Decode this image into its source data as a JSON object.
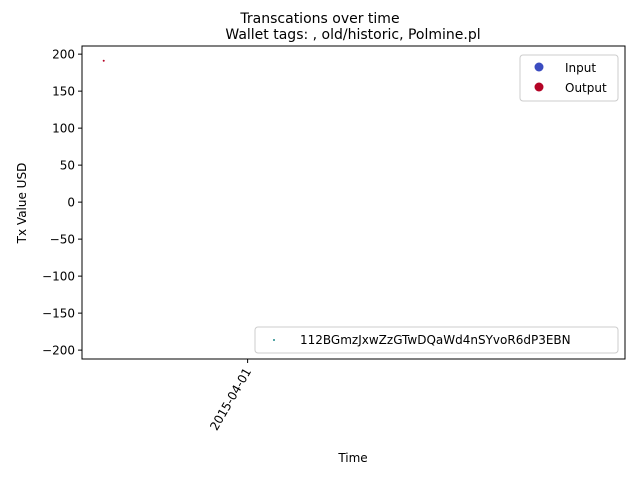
{
  "chart_data": {
    "type": "scatter",
    "suptitle": "Transcations over time",
    "title": "Wallet tags: , old/historic, Polmine.pl",
    "xlabel": "Time",
    "ylabel": "Tx Value USD",
    "ylim": [
      -212,
      211
    ],
    "yticks": [
      200,
      150,
      100,
      50,
      0,
      -50,
      -100,
      -150,
      -200
    ],
    "ytick_labels": [
      "200",
      "150",
      "100",
      "50",
      "0",
      "−50",
      "−100",
      "−150",
      "−200"
    ],
    "xticks": [
      {
        "label": "2015-04-01",
        "position": 0.305
      }
    ],
    "grid": false,
    "series": [
      {
        "name": "Output",
        "color": "#b40426",
        "points": [
          {
            "x": 0.04,
            "y": 191
          }
        ]
      }
    ],
    "legend_top": {
      "placement": "top-right",
      "entries": [
        {
          "label": "Input",
          "color": "#3b4cc0"
        },
        {
          "label": "Output",
          "color": "#b40426"
        }
      ]
    },
    "legend_bottom": {
      "placement": "lower-right",
      "entries": [
        {
          "label": "112BGmzJxwZzGTwDQaWd4nSYvoR6dP3EBN",
          "color": "#1f8a8a"
        }
      ]
    }
  }
}
